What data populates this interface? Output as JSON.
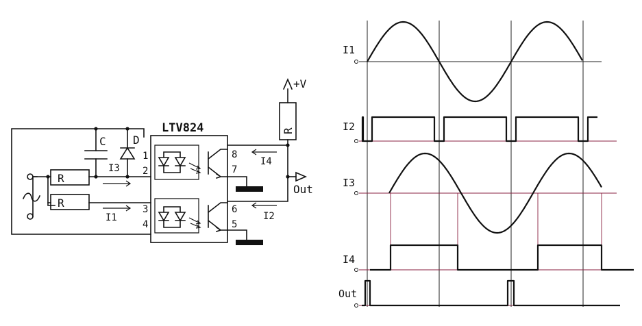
{
  "schematic": {
    "ic_label": "LTV824",
    "supply_label": "+V",
    "output_label": "Out",
    "resistor_label": "R",
    "capacitor_label": "C",
    "diode_label": "D",
    "current_labels": {
      "i1": "I1",
      "i2": "I2",
      "i3": "I3",
      "i4": "I4"
    },
    "pins": {
      "p1": "1",
      "p2": "2",
      "p3": "3",
      "p4": "4",
      "p5": "5",
      "p6": "6",
      "p7": "7",
      "p8": "8"
    }
  },
  "timing": {
    "signals": [
      {
        "id": "i1",
        "label": "I1"
      },
      {
        "id": "i2",
        "label": "I2"
      },
      {
        "id": "i3",
        "label": "I3"
      },
      {
        "id": "i4",
        "label": "I4"
      },
      {
        "id": "out",
        "label": "Out"
      }
    ]
  }
}
